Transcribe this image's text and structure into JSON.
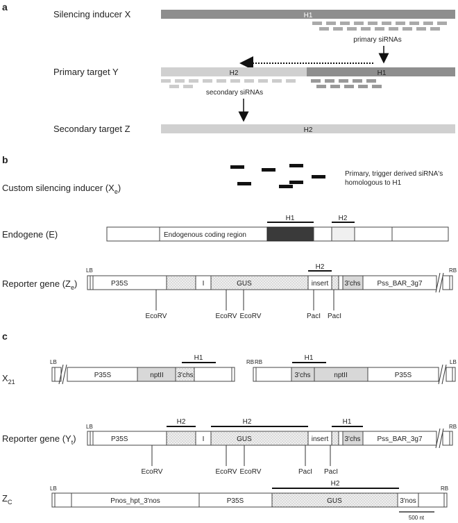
{
  "panel_a": {
    "label": "a",
    "silencing_inducer": "Silencing inducer X",
    "primary_target": "Primary target  Y",
    "secondary_target": "Secondary target Z",
    "h1": "H1",
    "h2": "H2",
    "primary_sirnas": "primary siRNAs",
    "secondary_sirnas": "secondary siRNAs"
  },
  "panel_b": {
    "label": "b",
    "custom_inducer": "Custom silencing inducer (X",
    "custom_inducer_sub": "e",
    "custom_inducer_close": ")",
    "sirna_note_1": "Primary, trigger derived siRNA's",
    "sirna_note_2": "homologous to H1",
    "endogene": "Endogene (E)",
    "endogenous_region": "Endogenous coding region",
    "h1": "H1",
    "h2": "H2",
    "reporter": "Reporter gene (Z",
    "reporter_sub": "e",
    "reporter_close": ")",
    "lb": "LB",
    "rb": "RB",
    "p35s": "P35S",
    "i": "I",
    "gus": "GUS",
    "insert": "insert",
    "chs": "3'chs",
    "pss": "Pss_BAR_3g7",
    "ecorv": "EcoRV",
    "paci": "PacI"
  },
  "panel_c": {
    "label": "c",
    "x21": "X",
    "x21_sub": "21",
    "reporter": "Reporter gene (Y",
    "reporter_sub": "t",
    "reporter_close": ")",
    "zc": "Z",
    "zc_sub": "C",
    "lb": "LB",
    "rb": "RB",
    "p35s": "P35S",
    "nptii": "nptII",
    "chs": "3'chs",
    "h1": "H1",
    "h2": "H2",
    "i": "I",
    "gus": "GUS",
    "insert": "insert",
    "pss": "Pss_BAR_3g7",
    "ecorv": "EcoRV",
    "paci": "PacI",
    "pnos": "Pnos_hpt_3'nos",
    "nos3": "3'nos",
    "scale": "500 nt"
  }
}
